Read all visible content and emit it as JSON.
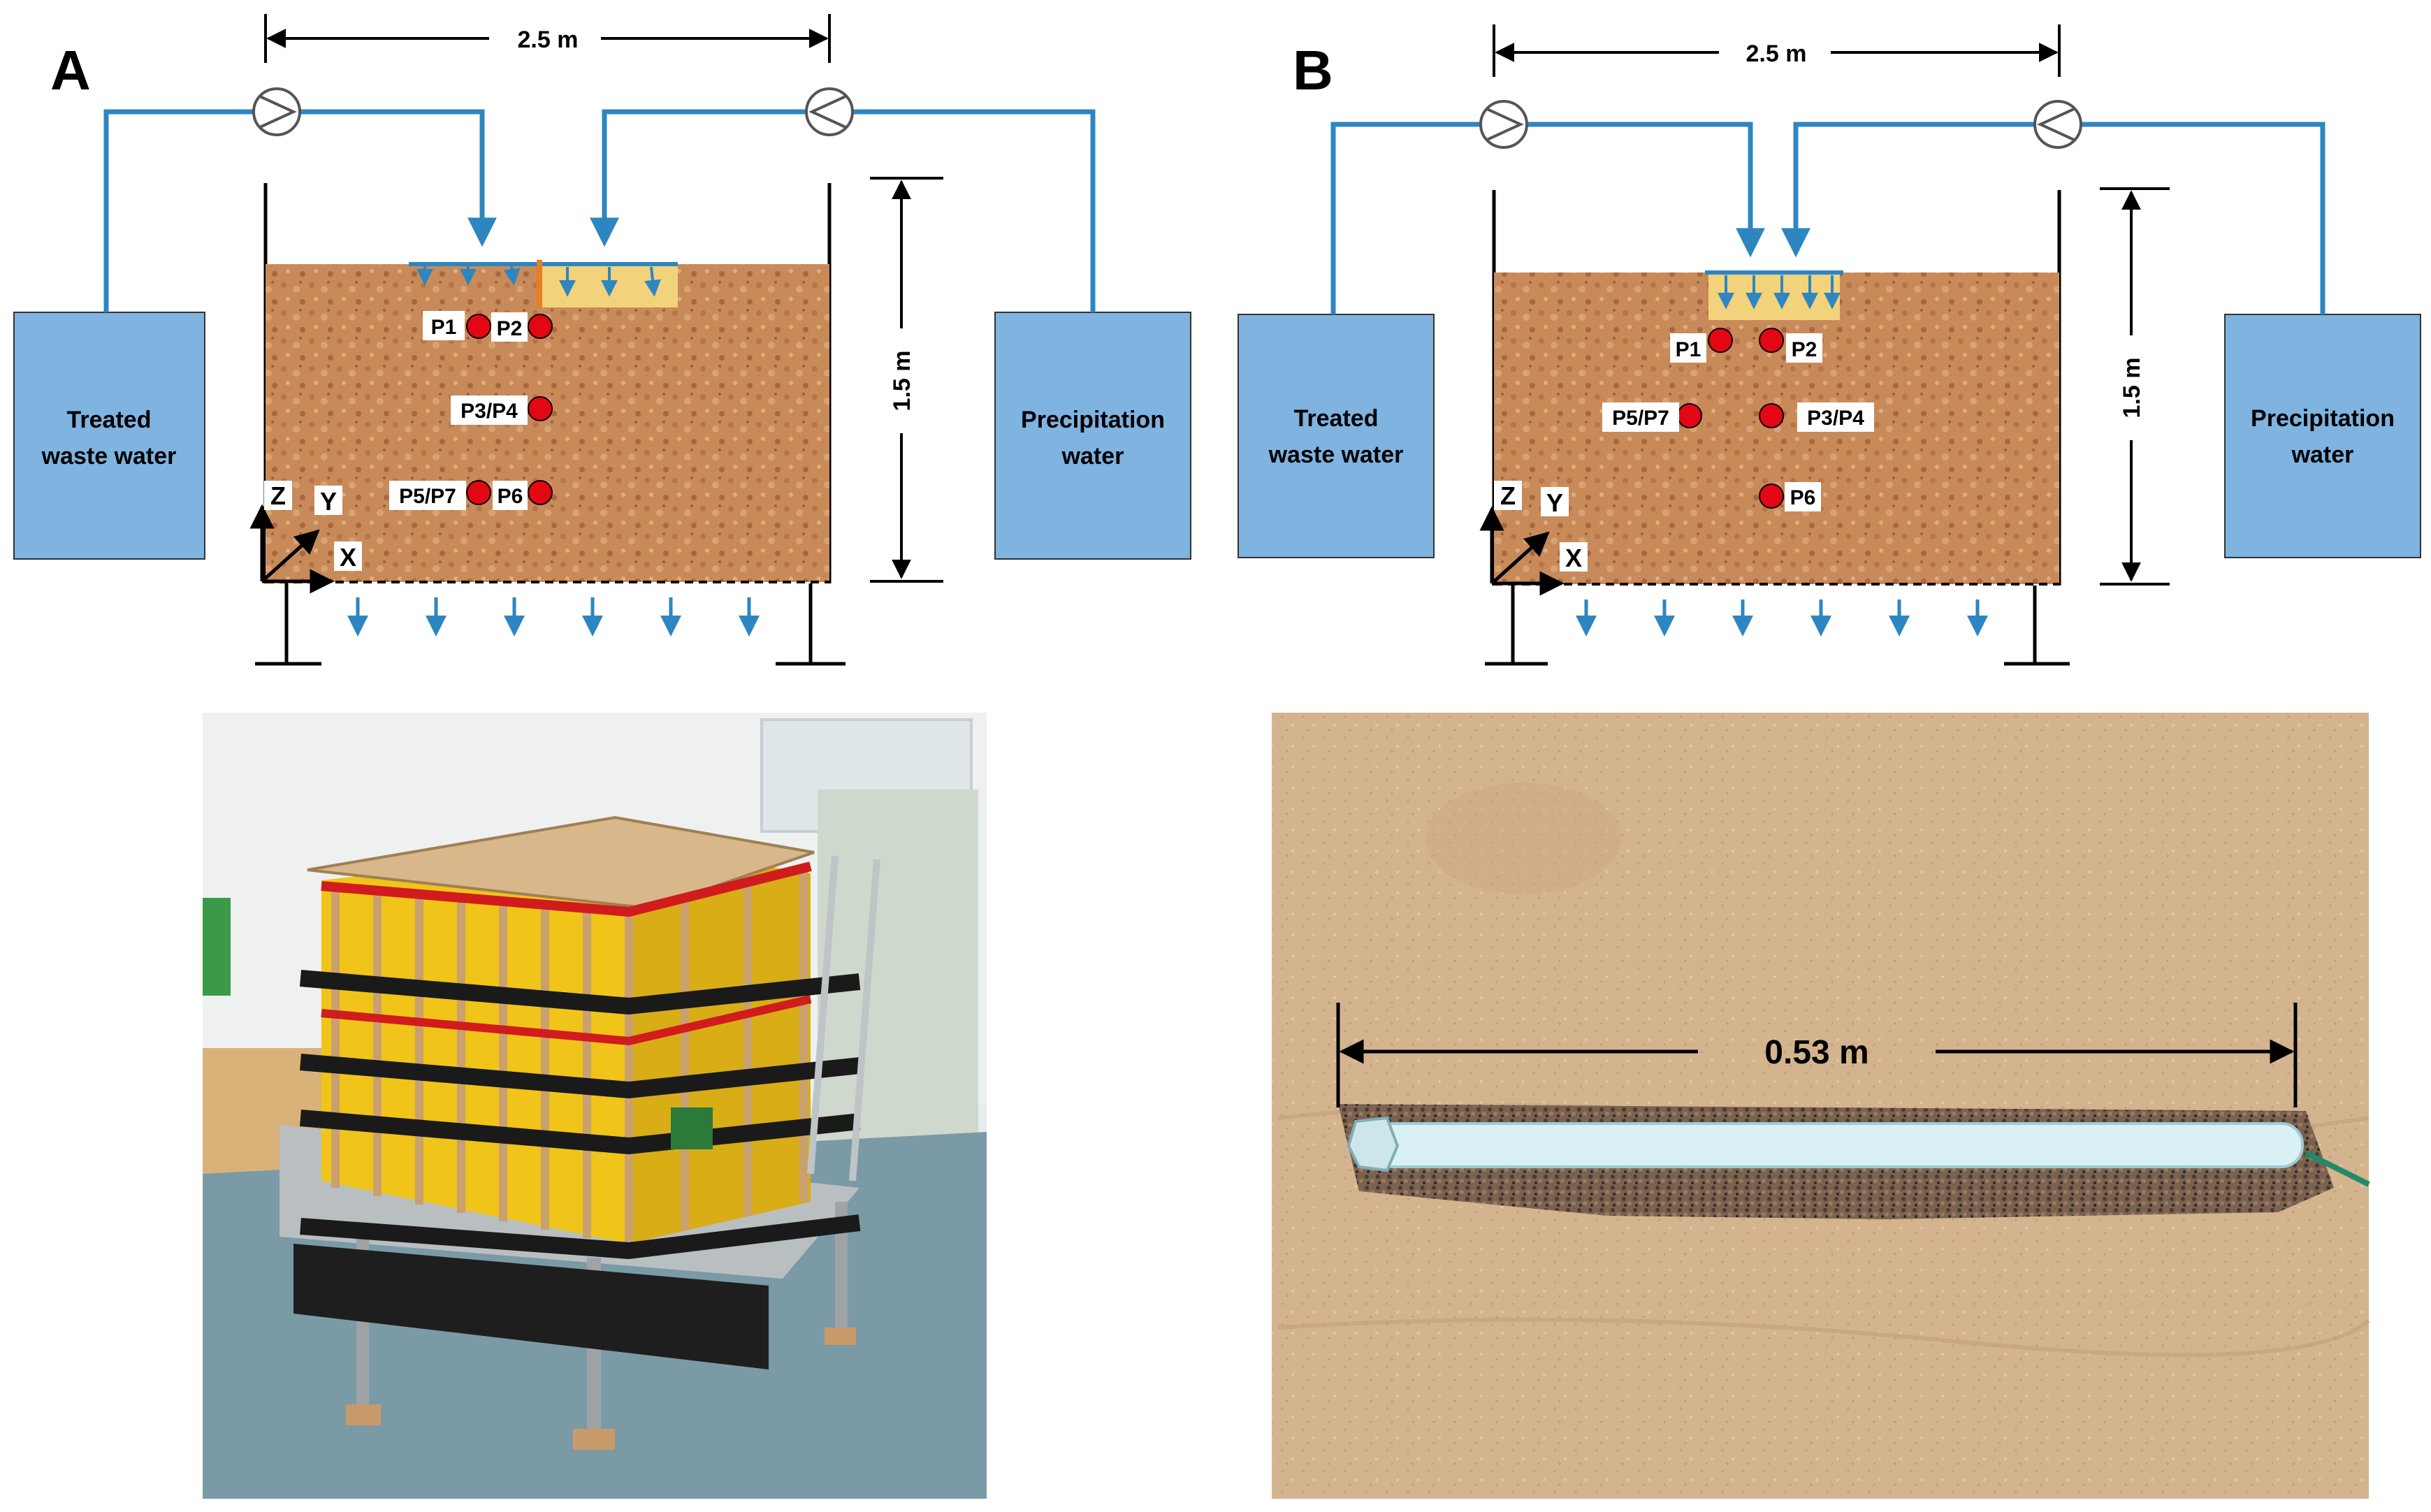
{
  "colors": {
    "soil": "#c98a5a",
    "tank": "#7fb3e0",
    "pipe": "#2e86c1",
    "sensor": "#e30613",
    "infiltration_zone": "#f2d27a",
    "accent_orange": "#e67e22"
  },
  "panel_a": {
    "letter": "A",
    "width_label": "2.5 m",
    "height_label": "1.5 m",
    "tank_left": "Treated\nwaste water",
    "tank_left_line1": "Treated",
    "tank_left_line2": "waste water",
    "tank_right_line1": "Precipitation",
    "tank_right_line2": "water",
    "axis_z": "Z",
    "axis_y": "Y",
    "axis_x": "X",
    "sensors": {
      "p1": "P1",
      "p2": "P2",
      "p34": "P3/P4",
      "p57": "P5/P7",
      "p6": "P6"
    }
  },
  "panel_b": {
    "letter": "B",
    "width_label": "2.5 m",
    "height_label": "1.5 m",
    "tank_left_line1": "Treated",
    "tank_left_line2": "waste water",
    "tank_right_line1": "Precipitation",
    "tank_right_line2": "water",
    "axis_z": "Z",
    "axis_y": "Y",
    "axis_x": "X",
    "sensors": {
      "p1": "P1",
      "p2": "P2",
      "p57": "P5/P7",
      "p34": "P3/P4",
      "p6": "P6"
    }
  },
  "photo_c": {
    "subject": "lysimeter-frame-photo"
  },
  "photo_d": {
    "subject": "drainage-pipe-in-sand-photo",
    "length_label": "0.53 m"
  }
}
